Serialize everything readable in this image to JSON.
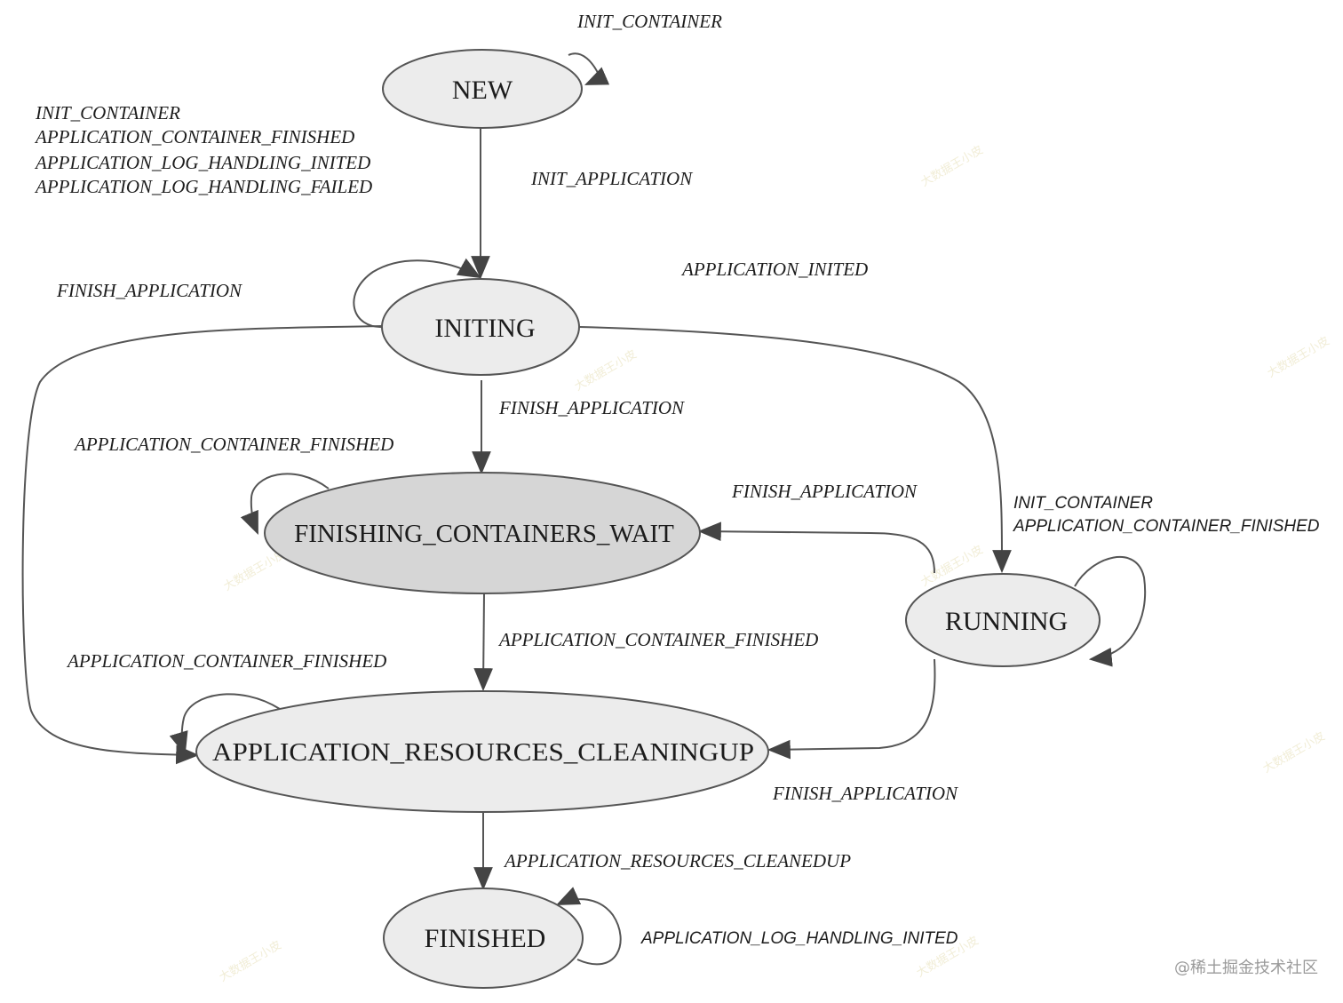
{
  "states": {
    "new": "NEW",
    "initing": "INITING",
    "finishing_containers_wait": "FINISHING_CONTAINERS_WAIT",
    "running": "RUNNING",
    "application_resources_cleaningup": "APPLICATION_RESOURCES_CLEANINGUP",
    "finished": "FINISHED"
  },
  "transitions": {
    "new_self": "INIT_CONTAINER",
    "new_to_initing": "INIT_APPLICATION",
    "initing_self": [
      "INIT_CONTAINER",
      "APPLICATION_CONTAINER_FINISHED",
      "APPLICATION_LOG_HANDLING_INITED",
      "APPLICATION_LOG_HANDLING_FAILED"
    ],
    "initing_to_cleanup": "FINISH_APPLICATION",
    "initing_to_running": "APPLICATION_INITED",
    "initing_to_fcw": "FINISH_APPLICATION",
    "fcw_self": "APPLICATION_CONTAINER_FINISHED",
    "running_to_fcw": "FINISH_APPLICATION",
    "running_self": [
      "INIT_CONTAINER",
      "APPLICATION_CONTAINER_FINISHED"
    ],
    "fcw_to_cleanup": "APPLICATION_CONTAINER_FINISHED",
    "cleanup_self": "APPLICATION_CONTAINER_FINISHED",
    "running_to_cleanup": "FINISH_APPLICATION",
    "cleanup_to_finished": "APPLICATION_RESOURCES_CLEANEDUP",
    "finished_self": "APPLICATION_LOG_HANDLING_INITED"
  },
  "watermark": "大数据王小皮",
  "credit": "@稀土掘金技术社区",
  "colors": {
    "state_fill": "#ececec",
    "highlight_fill": "#d6d6d6",
    "stroke": "#555555"
  }
}
